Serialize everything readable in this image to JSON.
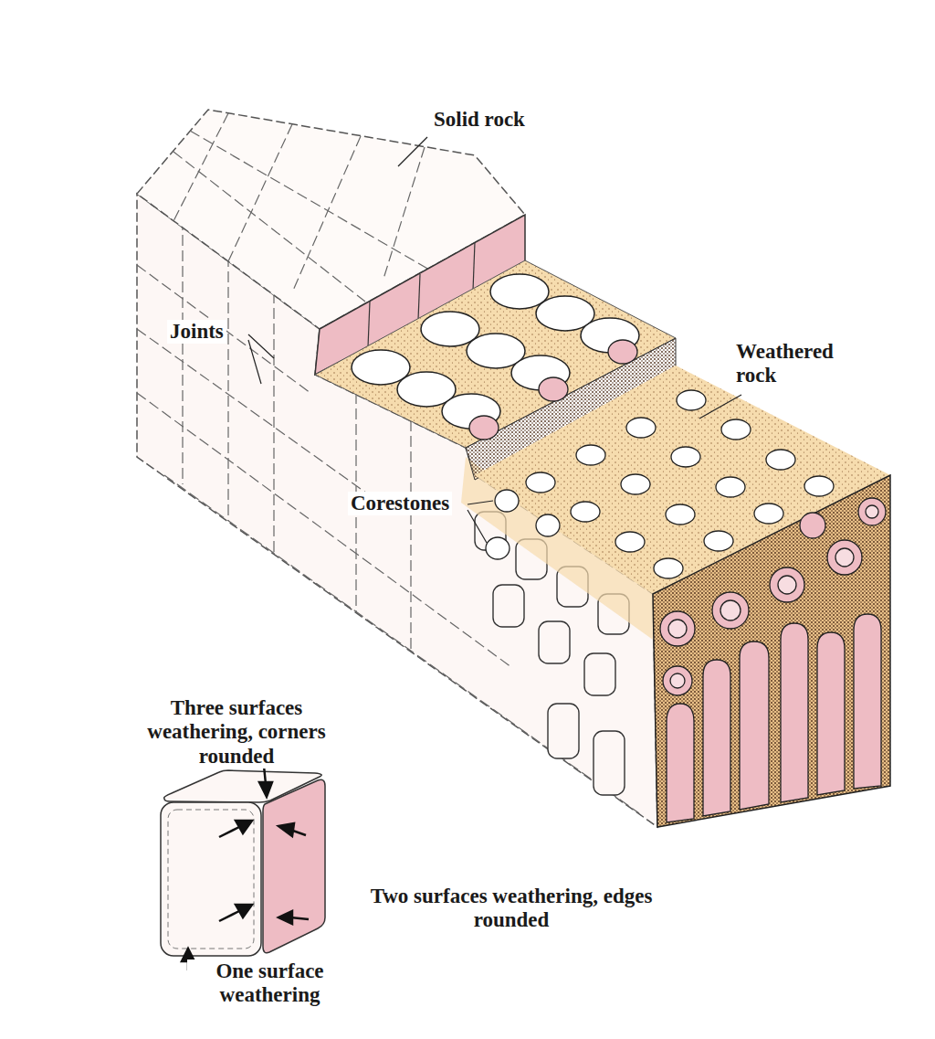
{
  "diagram": {
    "labels": [
      "Solid rock",
      "Joints",
      "Weathered rock",
      "Corestones",
      "Three surfaces weathering, corners rounded",
      "Two surfaces weathering, edges rounded",
      "One surface weathering"
    ]
  }
}
